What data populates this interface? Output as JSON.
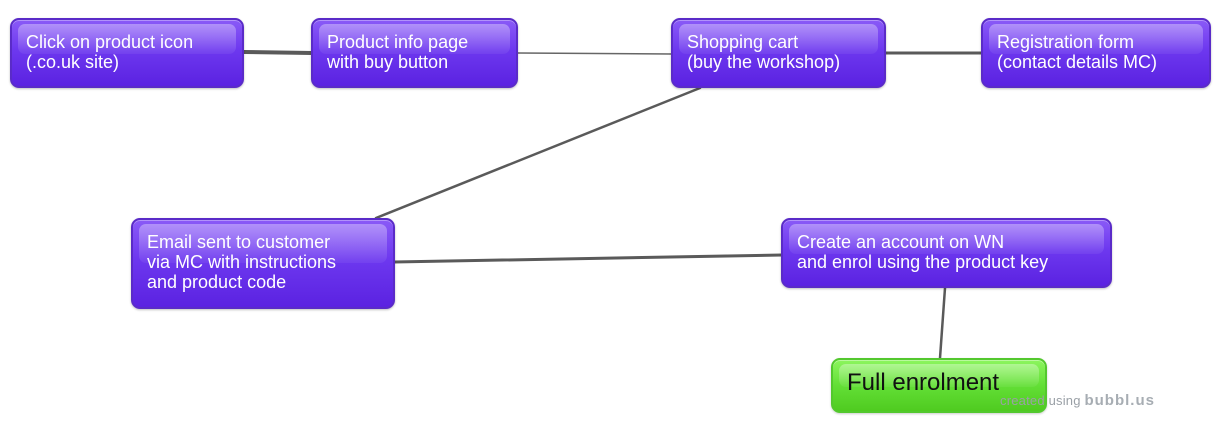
{
  "nodes": {
    "product_icon": {
      "line1": "Click on product icon",
      "line2": "(.co.uk site)"
    },
    "product_info": {
      "line1": "Product info page",
      "line2": "with buy button"
    },
    "shopping_cart": {
      "line1": "Shopping cart",
      "line2": "(buy the workshop)"
    },
    "registration": {
      "line1": "Registration form",
      "line2": "(contact details MC)"
    },
    "email": {
      "line1": "Email sent to customer",
      "line2": "via MC with instructions",
      "line3": "and product code"
    },
    "account": {
      "line1": "Create an account on WN",
      "line2": "and enrol using the product key"
    },
    "full_enrolment": {
      "line1": "Full enrolment"
    }
  },
  "colors": {
    "node_fill": "#6d38ef",
    "node_border": "#5a2bc8",
    "final_fill": "#63df36",
    "connector": "#555555"
  },
  "watermark": {
    "prefix": "created using",
    "brand": "bubbl.us"
  }
}
